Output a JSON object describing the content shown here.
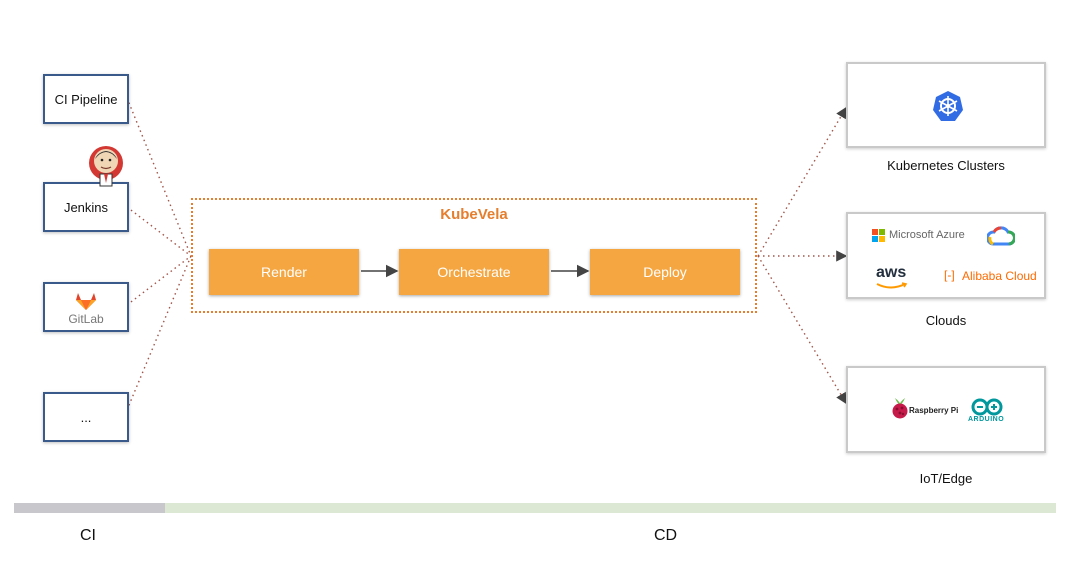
{
  "sources": [
    {
      "id": "ci-pipeline",
      "label": "CI Pipeline"
    },
    {
      "id": "jenkins",
      "label": "Jenkins"
    },
    {
      "id": "gitlab",
      "label": "GitLab"
    },
    {
      "id": "more",
      "label": "..."
    }
  ],
  "kubevela": {
    "title": "KubeVela",
    "steps": [
      "Render",
      "Orchestrate",
      "Deploy"
    ]
  },
  "targets": [
    {
      "id": "kubernetes",
      "label": "Kubernetes Clusters"
    },
    {
      "id": "clouds",
      "label": "Clouds",
      "logos": {
        "azure": "Microsoft Azure",
        "aws": "aws",
        "alibaba": "Alibaba Cloud"
      }
    },
    {
      "id": "iot",
      "label": "IoT/Edge",
      "logos": {
        "raspberry": "Raspberry Pi",
        "arduino": "ARDUINO"
      }
    }
  ],
  "phases": {
    "ci": "CI",
    "cd": "CD"
  },
  "colors": {
    "accent": "#e57e2d",
    "step_fill": "#f6a640",
    "source_border": "#3a5a8c",
    "connector": "#a0564a",
    "ci_bar": "#c8c8cc",
    "cd_bar": "#dce8d4"
  }
}
